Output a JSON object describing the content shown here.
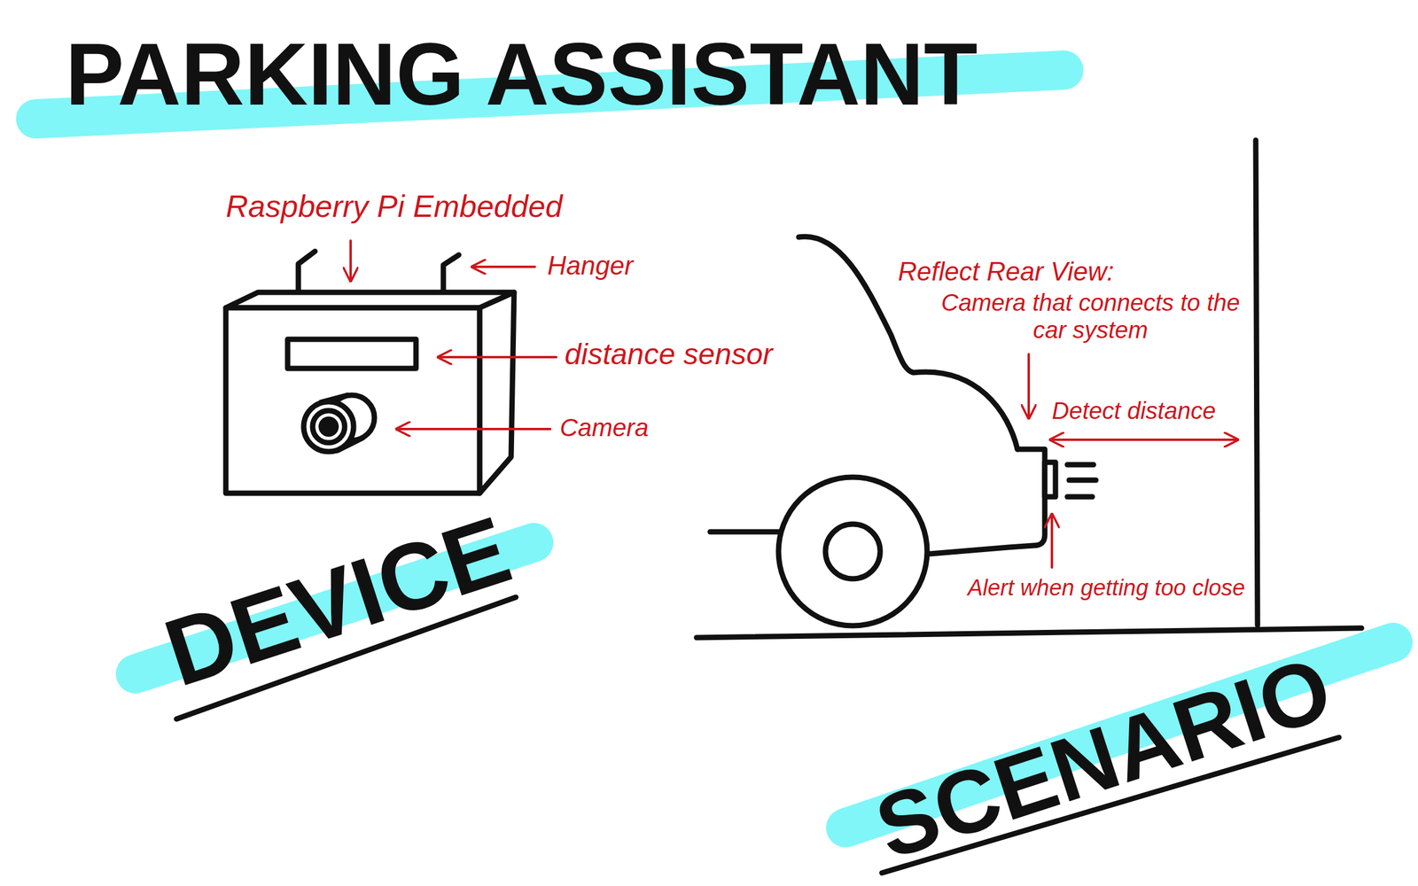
{
  "diagram": {
    "title": "PARKING ASSISTANT",
    "labels": [
      "Raspberry Pi Embedded",
      "Hanger",
      "distance sensor",
      "Camera",
      "DEVICE",
      "Reflect Rear View:",
      "Camera that connects to the car system",
      "Detect distance",
      "Alert when getting too close",
      "SCENARIO"
    ]
  }
}
